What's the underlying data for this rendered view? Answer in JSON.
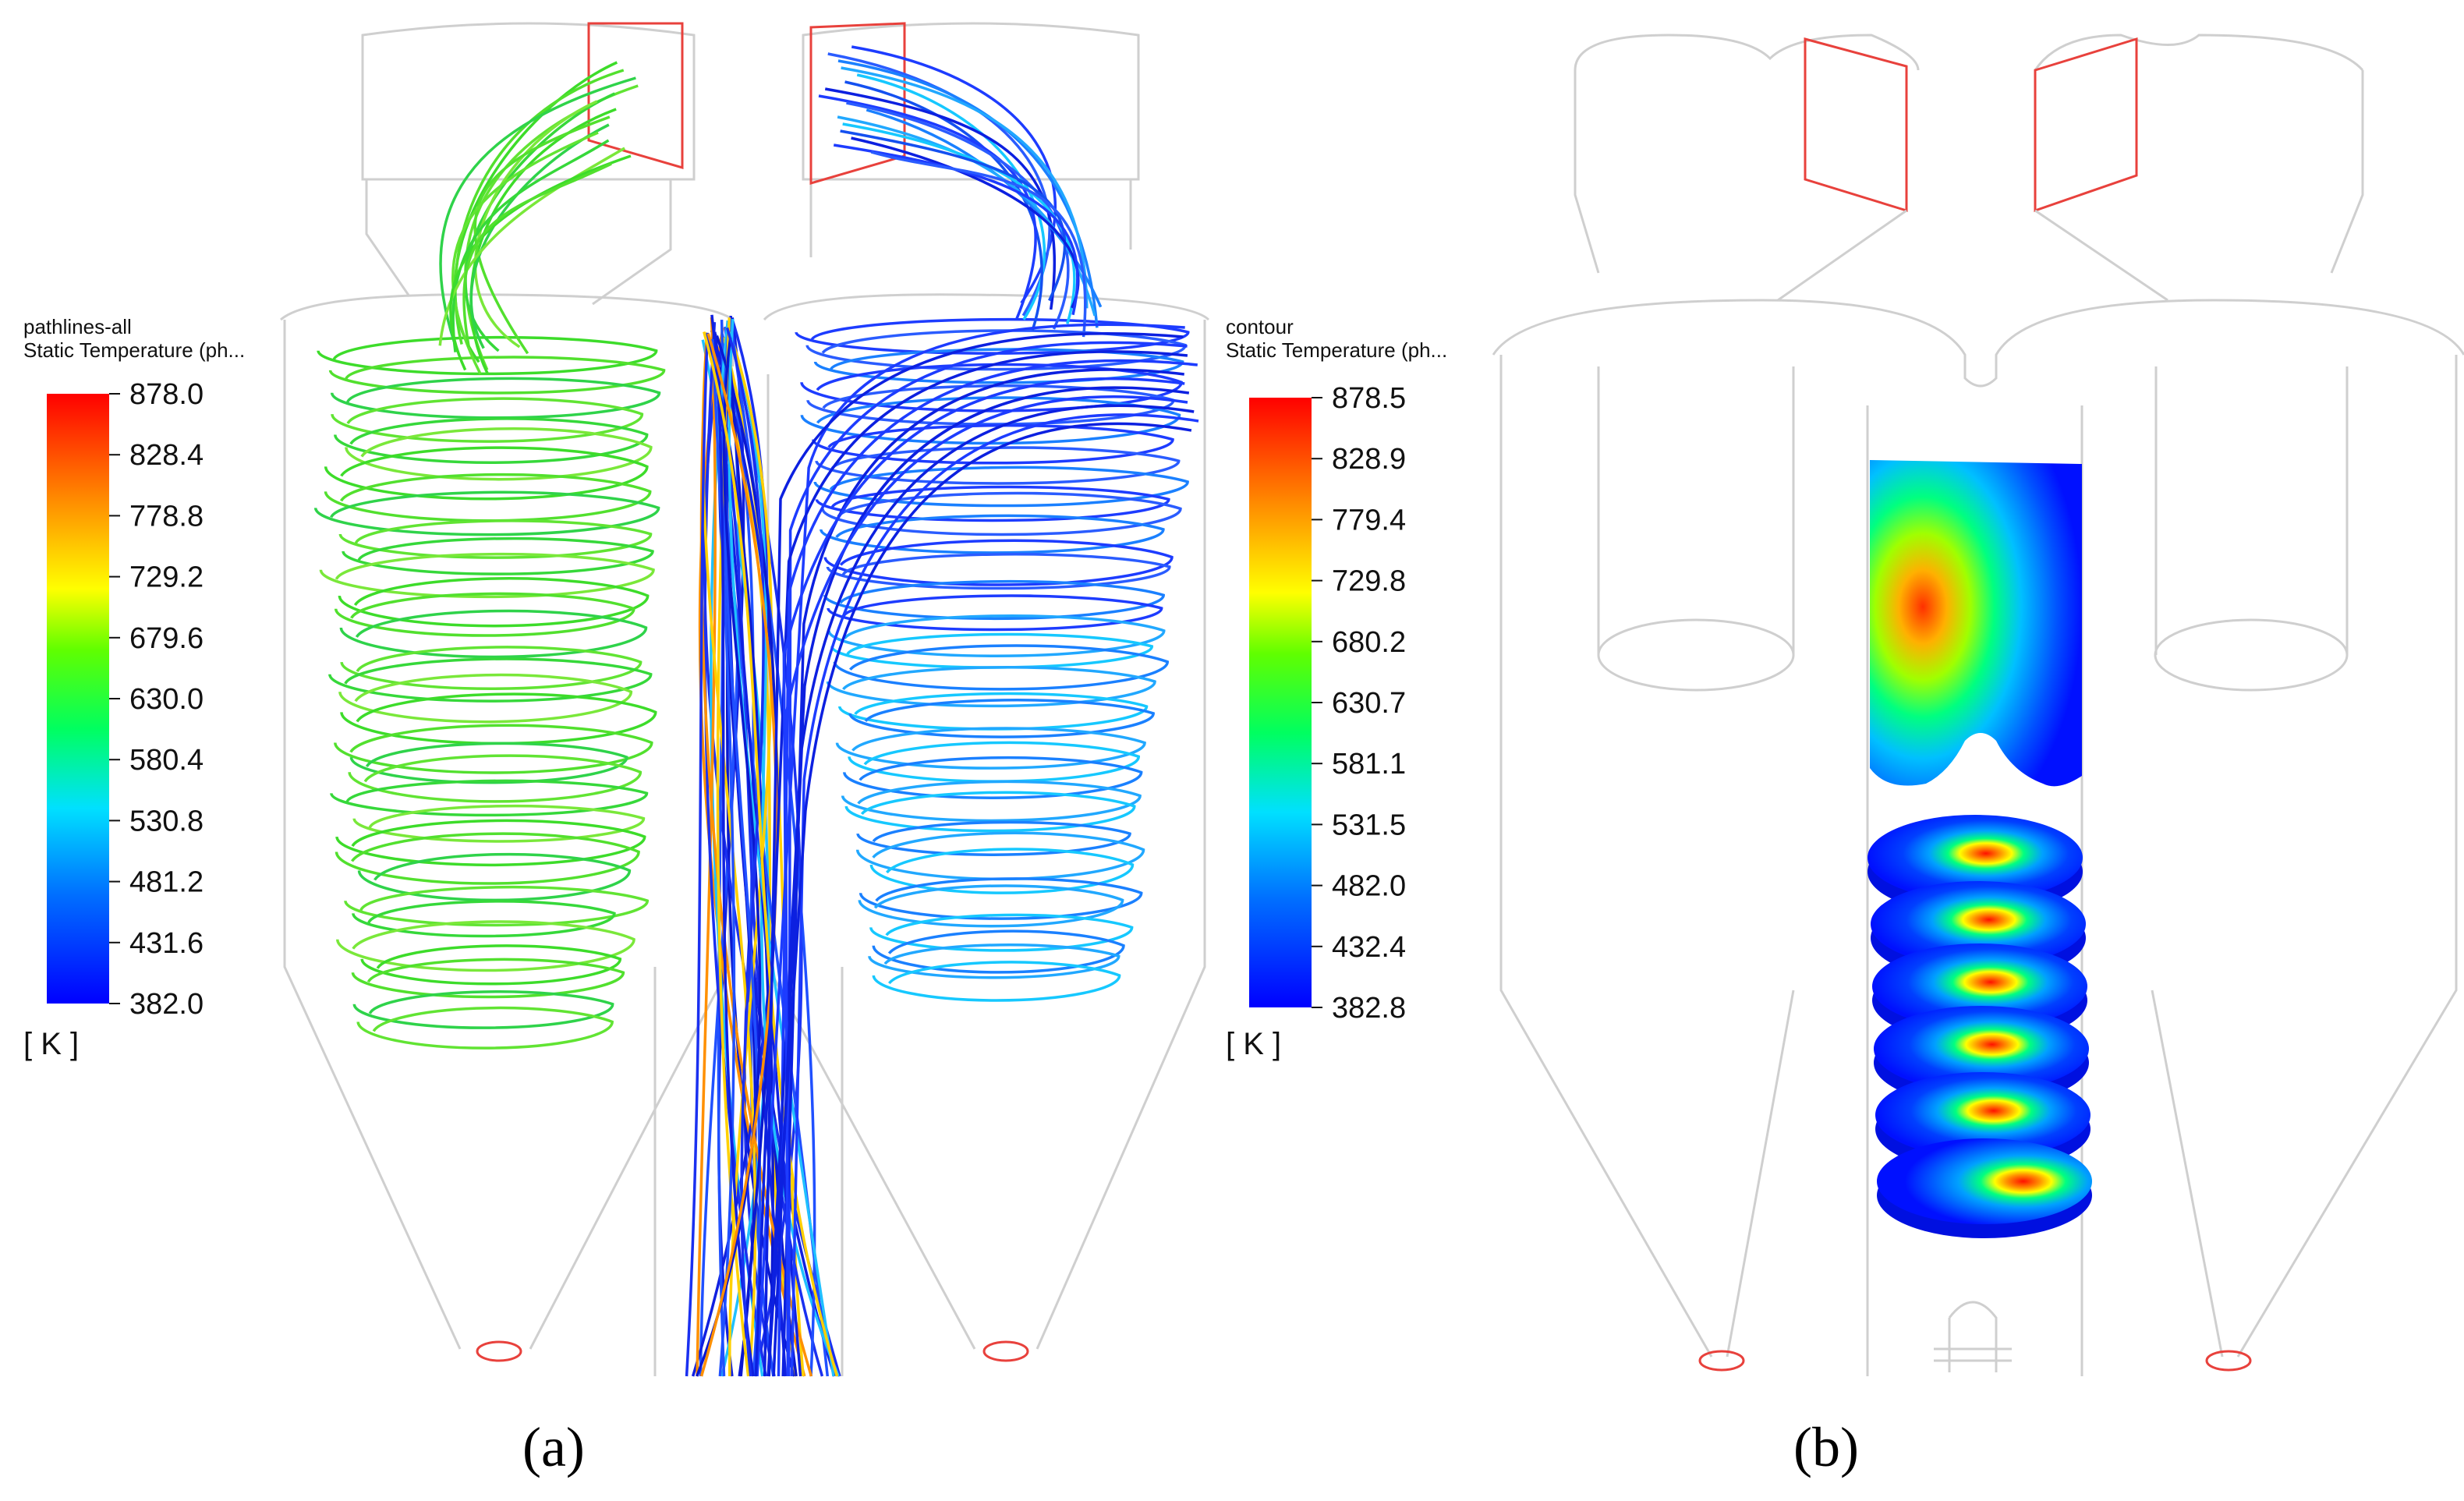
{
  "panel_a": {
    "caption": "(a)",
    "legend": {
      "title_line1": "pathlines-all",
      "title_line2": "Static Temperature (ph...",
      "ticks": [
        "878.0",
        "828.4",
        "778.8",
        "729.2",
        "679.6",
        "630.0",
        "580.4",
        "530.8",
        "481.2",
        "431.6",
        "382.0"
      ],
      "unit": "[ K ]"
    }
  },
  "panel_b": {
    "caption": "(b)",
    "legend": {
      "title_line1": "contour",
      "title_line2": "Static Temperature (ph...",
      "ticks": [
        "878.5",
        "828.9",
        "779.4",
        "729.8",
        "680.2",
        "630.7",
        "581.1",
        "531.5",
        "482.0",
        "432.4",
        "382.8"
      ],
      "unit": "[ K ]"
    }
  },
  "colormap": [
    "#0000ff",
    "#0080ff",
    "#00d0ff",
    "#00ff80",
    "#40ff00",
    "#c0ff00",
    "#ffff00",
    "#ffc000",
    "#ff8000",
    "#ff2000"
  ],
  "colors": {
    "wireframe": "#cfcfcf",
    "inlet_outlet": "#e8413c"
  }
}
